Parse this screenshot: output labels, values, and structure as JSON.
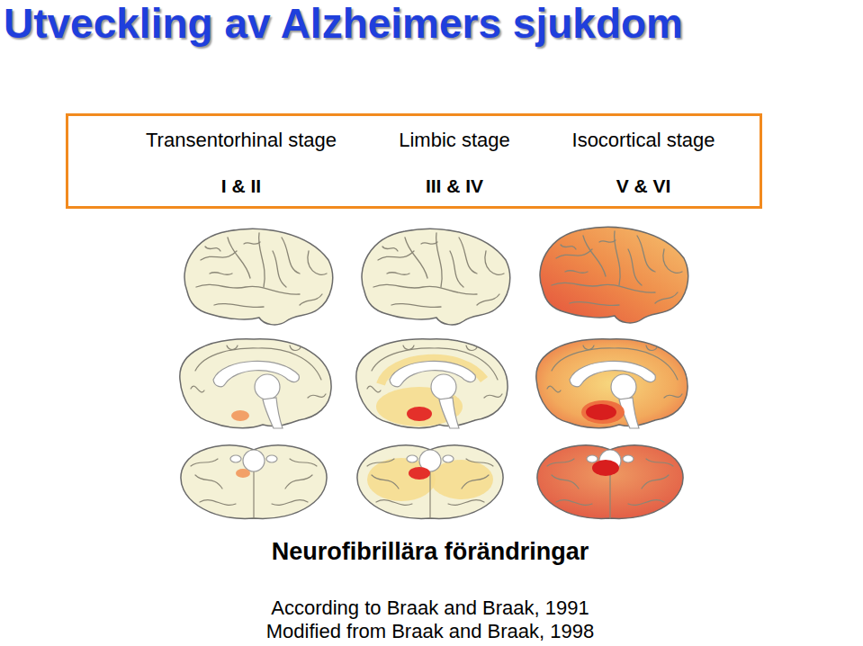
{
  "diagram": {
    "title": "Utveckling av Alzheimers sjukdom",
    "nodes": [
      {
        "text": [
          "Transentorhinal stage",
          "I & II",
          "Limbic stage",
          "III & IV",
          "Isocortical stage",
          "V & VI"
        ]
      }
    ],
    "labels": [
      "Neurofibrillära förändringar",
      "According to Braak and Braak, 1991",
      "Modified from Braak and Braak, 1998"
    ]
  }
}
